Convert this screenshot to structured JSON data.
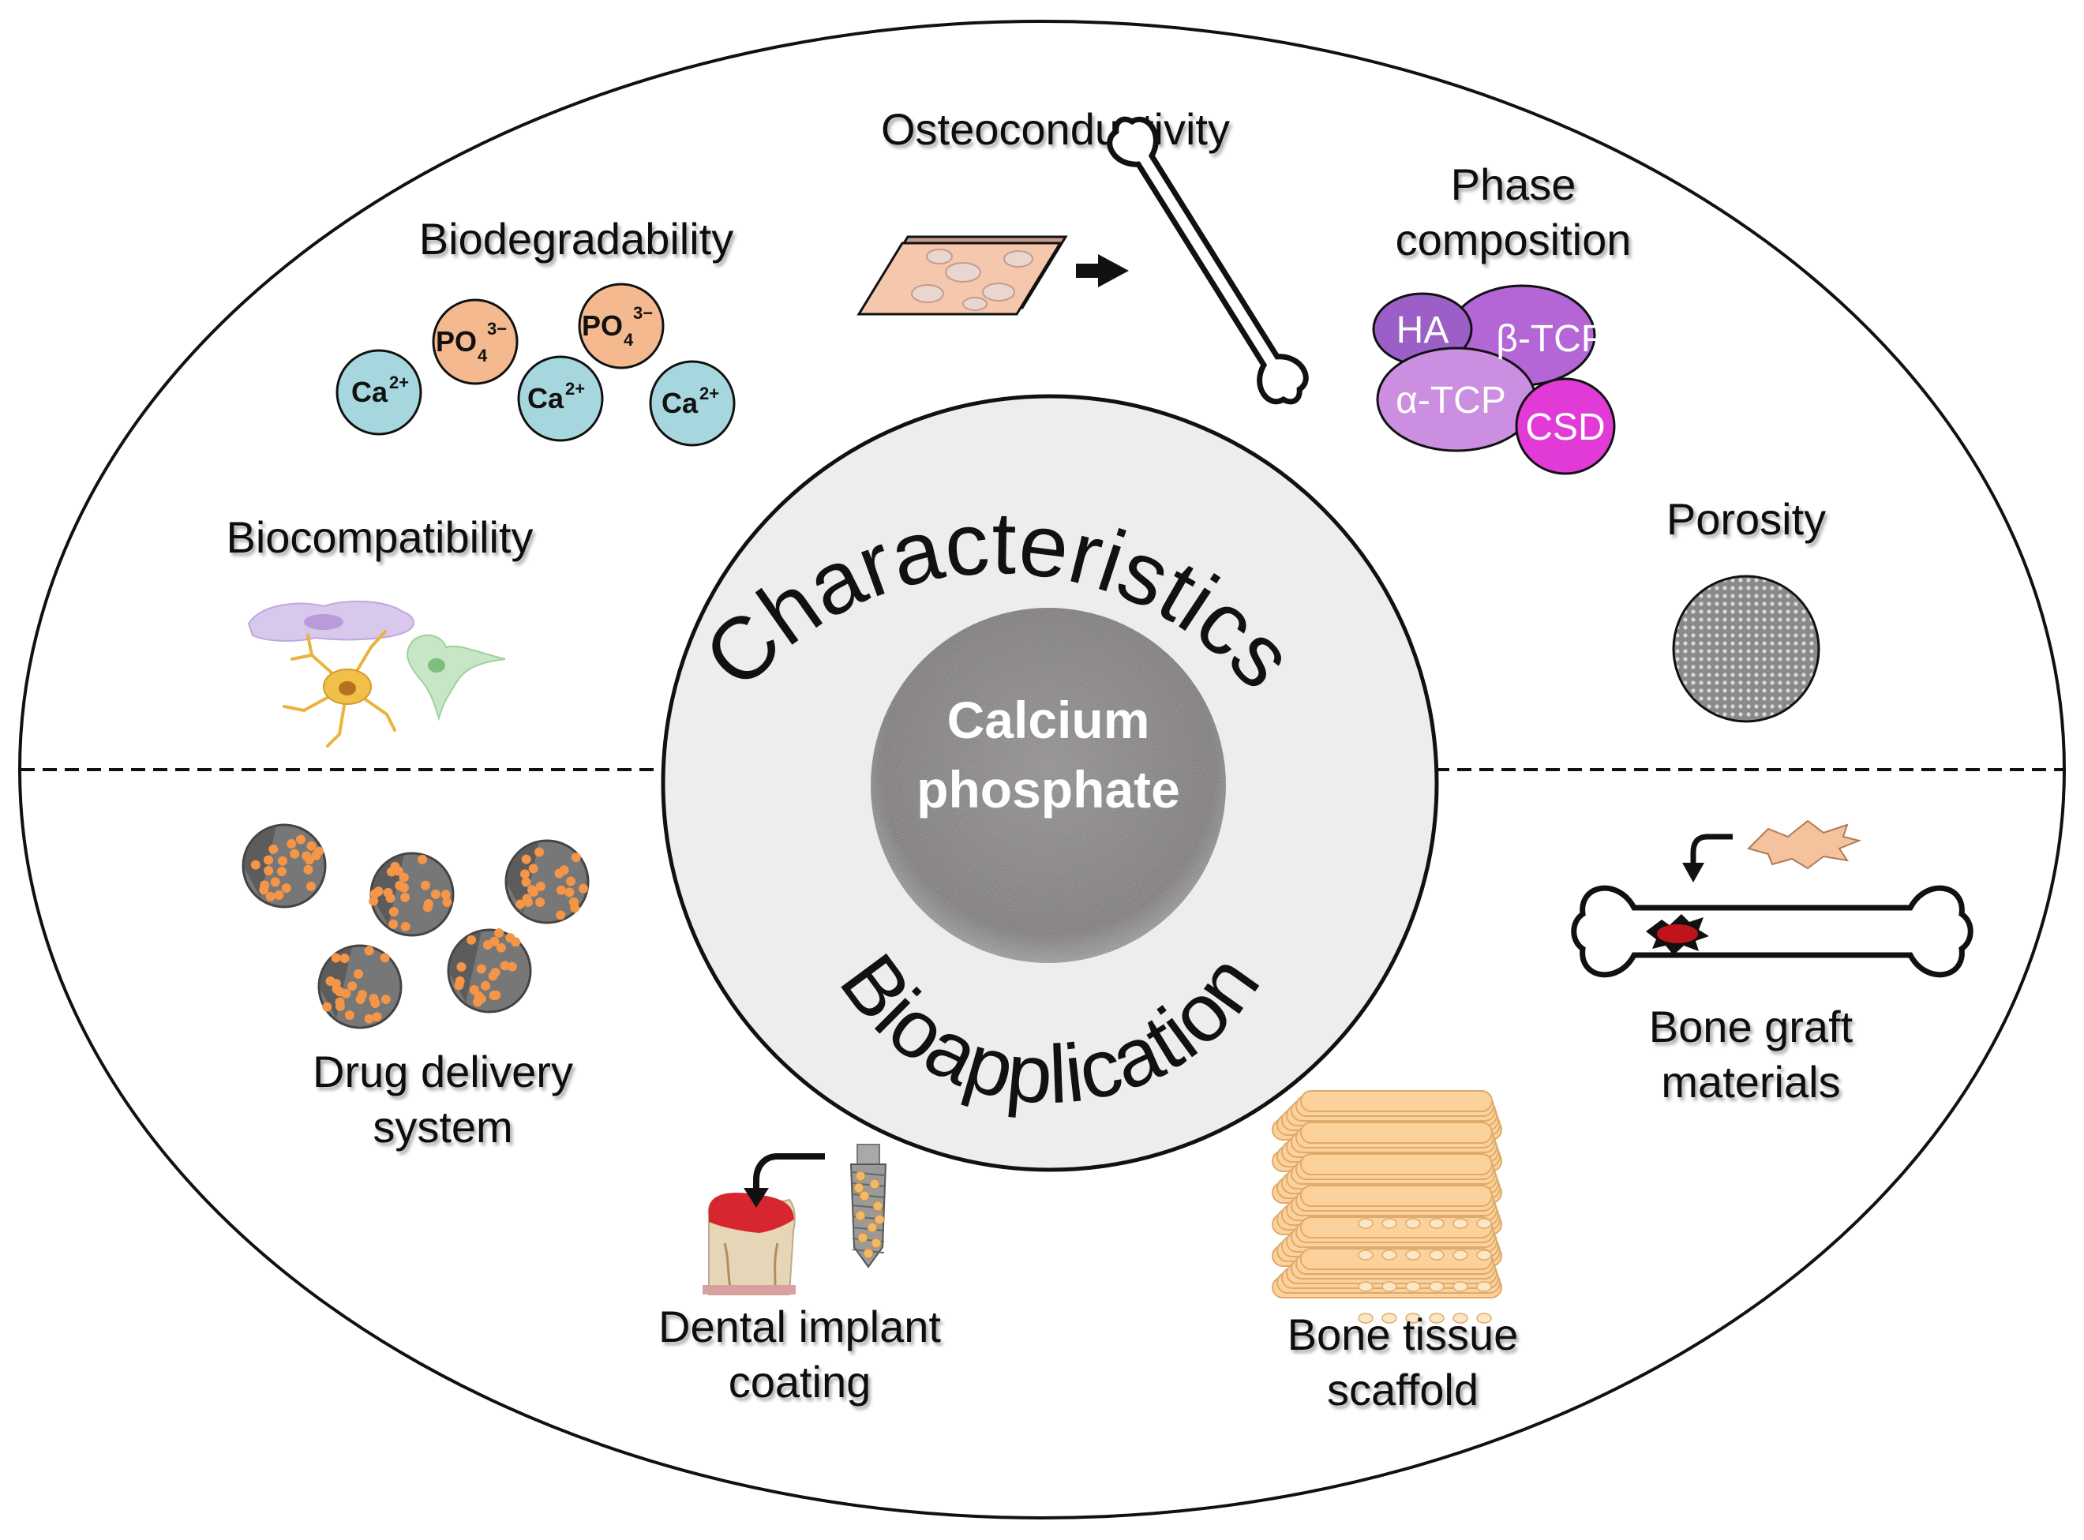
{
  "diagram": {
    "center": {
      "line1": "Calcium",
      "line2": "phosphate",
      "top_arc": "Characteristics",
      "bottom_arc": "Bioapplication"
    },
    "characteristics": {
      "biodegradability": "Biodegradability",
      "osteoconductivity": "Osteoconductivity",
      "phase_composition_line1": "Phase",
      "phase_composition_line2": "composition",
      "biocompatibility": "Biocompatibility",
      "porosity": "Porosity"
    },
    "ions": {
      "phosphate_base": "PO",
      "phosphate_sub": "4",
      "phosphate_charge": "3−",
      "calcium_base": "Ca",
      "calcium_charge": "2+"
    },
    "phases": {
      "ha": "HA",
      "beta_tcp": "β-TCP",
      "alpha_tcp": "α-TCP",
      "csd": "CSD"
    },
    "bioapplications": {
      "drug_delivery_line1": "Drug delivery",
      "drug_delivery_line2": "system",
      "dental_line1": "Dental implant",
      "dental_line2": "coating",
      "scaffold_line1": "Bone tissue",
      "scaffold_line2": "scaffold",
      "graft_line1": "Bone graft",
      "graft_line2": "materials"
    }
  },
  "colors": {
    "outline": "#111111",
    "center_fill": "#ededed",
    "powder": "#7d7a78",
    "phosphate_ion": "#f4b98f",
    "calcium_ion": "#a7d7de",
    "ha": "#9c5fc8",
    "beta_tcp": "#b465d6",
    "alpha_tcp": "#cb8ee0",
    "csd": "#e13ad6",
    "drug_dot": "#f49548",
    "scaffold": "#fcd29c"
  }
}
